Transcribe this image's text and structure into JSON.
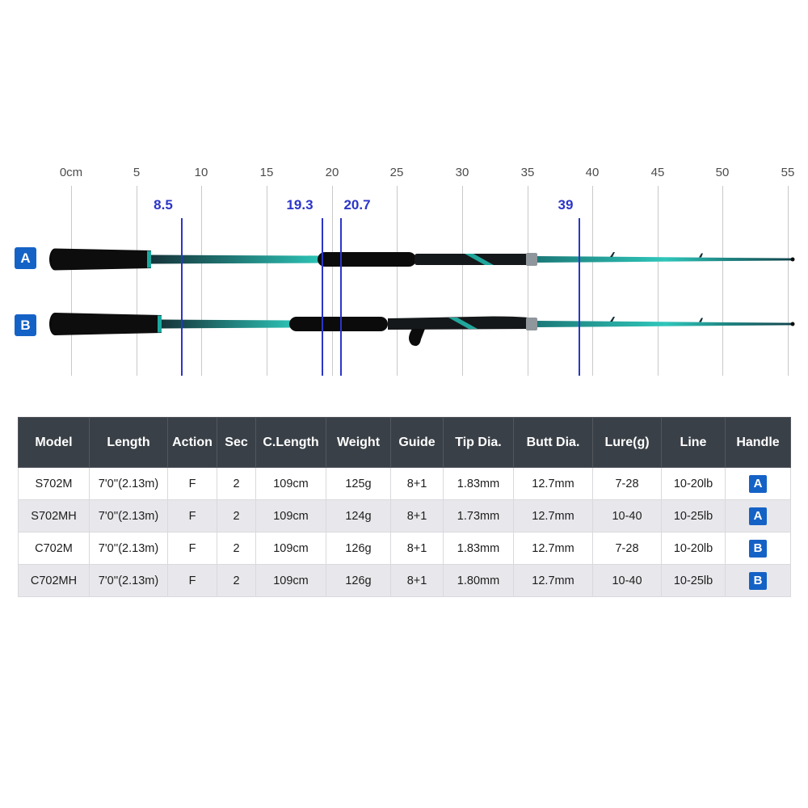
{
  "ruler": {
    "unit_ticks": [
      "0cm",
      "5",
      "10",
      "15",
      "20",
      "25",
      "30",
      "35",
      "40",
      "45",
      "50",
      "55"
    ],
    "measurements": [
      {
        "value": "8.5"
      },
      {
        "value": "19.3"
      },
      {
        "value": "20.7"
      },
      {
        "value": "39"
      }
    ]
  },
  "rods": [
    {
      "label": "A",
      "type": "spinning-rod"
    },
    {
      "label": "B",
      "type": "casting-rod"
    }
  ],
  "table": {
    "headers": [
      "Model",
      "Length",
      "Action",
      "Sec",
      "C.Length",
      "Weight",
      "Guide",
      "Tip Dia.",
      "Butt Dia.",
      "Lure(g)",
      "Line",
      "Handle"
    ],
    "rows": [
      [
        "S702M",
        "7'0''(2.13m)",
        "F",
        "2",
        "109cm",
        "125g",
        "8+1",
        "1.83mm",
        "12.7mm",
        "7-28",
        "10-20lb",
        "A"
      ],
      [
        "S702MH",
        "7'0''(2.13m)",
        "F",
        "2",
        "109cm",
        "124g",
        "8+1",
        "1.73mm",
        "12.7mm",
        "10-40",
        "10-25lb",
        "A"
      ],
      [
        "C702M",
        "7'0''(2.13m)",
        "F",
        "2",
        "109cm",
        "126g",
        "8+1",
        "1.83mm",
        "12.7mm",
        "7-28",
        "10-20lb",
        "B"
      ],
      [
        "C702MH",
        "7'0''(2.13m)",
        "F",
        "2",
        "109cm",
        "126g",
        "8+1",
        "1.80mm",
        "12.7mm",
        "10-40",
        "10-25lb",
        "B"
      ]
    ]
  },
  "colors": {
    "measure_blue": "#2b35c8",
    "badge_blue": "#1562c6",
    "header_bg": "#3a4047",
    "row_alt": "#e8e8ec",
    "grid_gray": "#c9c9c9",
    "rod_teal": "#2cc2b5"
  }
}
